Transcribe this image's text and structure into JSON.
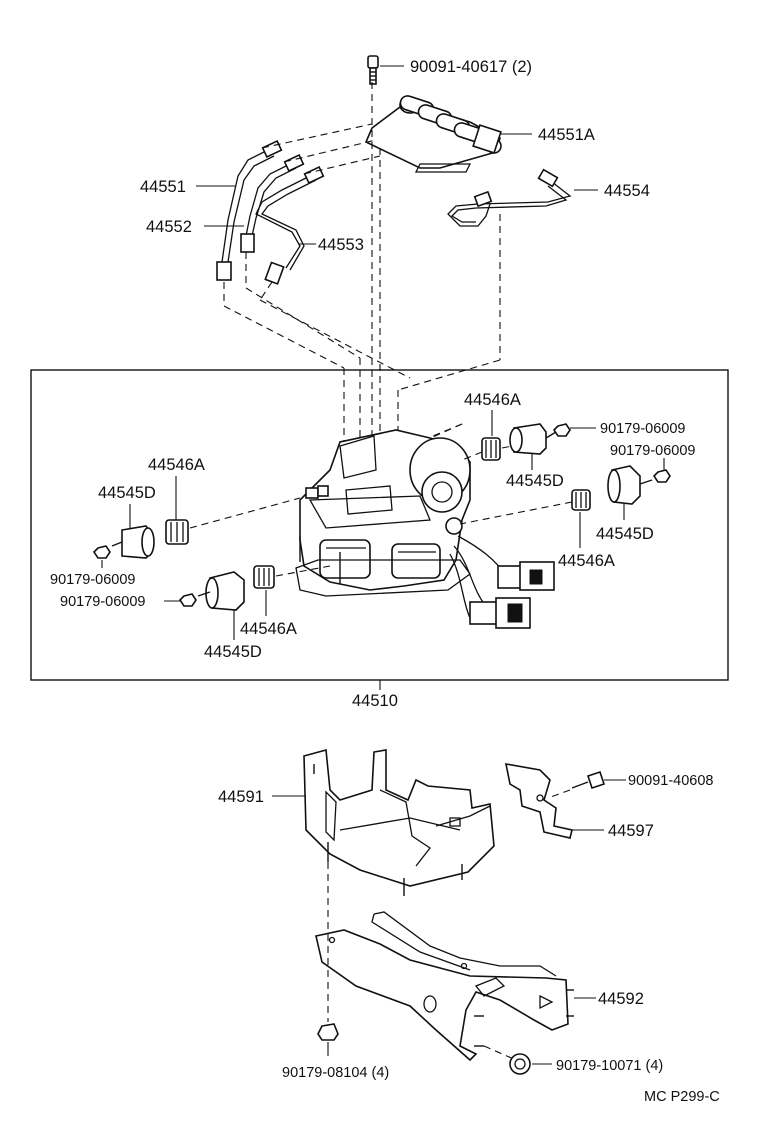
{
  "diagram": {
    "labels": {
      "p90091_40617": "90091-40617 (2)",
      "p44551A": "44551A",
      "p44551": "44551",
      "p44554": "44554",
      "p44552": "44552",
      "p44553": "44553",
      "p44546A_top": "44546A",
      "p90179_06009_tr1": "90179-06009",
      "p90179_06009_tr2": "90179-06009",
      "p44546A_left": "44546A",
      "p44545D_top": "44545D",
      "p44545D_left": "44545D",
      "p44545D_right": "44545D",
      "p90179_06009_l1": "90179-06009",
      "p44546A_right": "44546A",
      "p90179_06009_l2": "90179-06009",
      "p44546A_bottom": "44546A",
      "p44545D_bottom": "44545D",
      "p44510": "44510",
      "p44591": "44591",
      "p90091_40608": "90091-40608",
      "p44597": "44597",
      "p44592": "44592",
      "p90179_08104": "90179-08104 (4)",
      "p90179_10071": "90179-10071 (4)",
      "code": "MC P299-C"
    }
  }
}
